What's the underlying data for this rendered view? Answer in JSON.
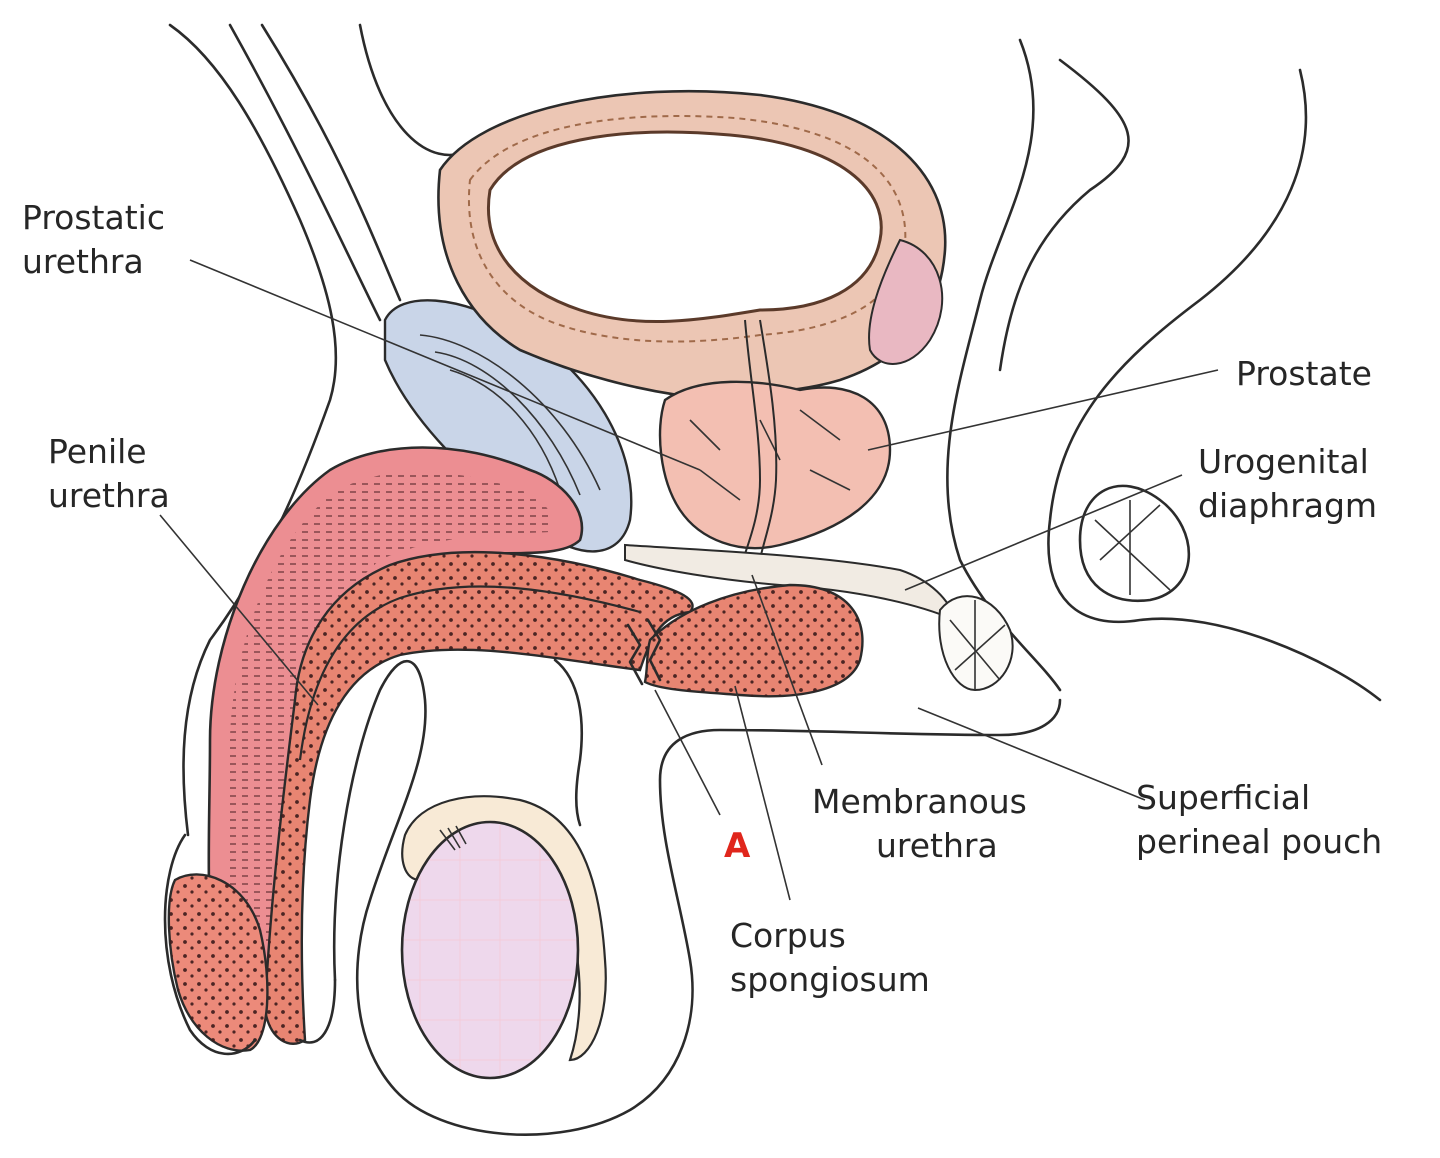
{
  "labels": {
    "prostatic_urethra": [
      "Prostatic",
      "urethra"
    ],
    "penile_urethra": [
      "Penile",
      "urethra"
    ],
    "prostate": [
      "Prostate"
    ],
    "urogenital_diaphragm": [
      "Urogenital",
      "diaphragm"
    ],
    "membranous_urethra": [
      "Membranous",
      "urethra"
    ],
    "superficial_perineal_pouch": [
      "Superficial",
      "perineal pouch"
    ],
    "corpus_spongiosum": [
      "Corpus",
      "spongiosum"
    ],
    "marker_a": "A"
  },
  "colors": {
    "bladder_wall": "#ecc6b4",
    "bladder_mucosa": "#f6ddcf",
    "prostate": "#f3bfb2",
    "symphysis": "#c9d5e8",
    "penis_erectile": "#ec8e92",
    "spongiosum": "#e88572",
    "glans": "#ec8a7a",
    "testis": "#eed8ec",
    "epididymis": "#f8ead6",
    "marker_a": "#e0261c",
    "text": "#262626"
  }
}
